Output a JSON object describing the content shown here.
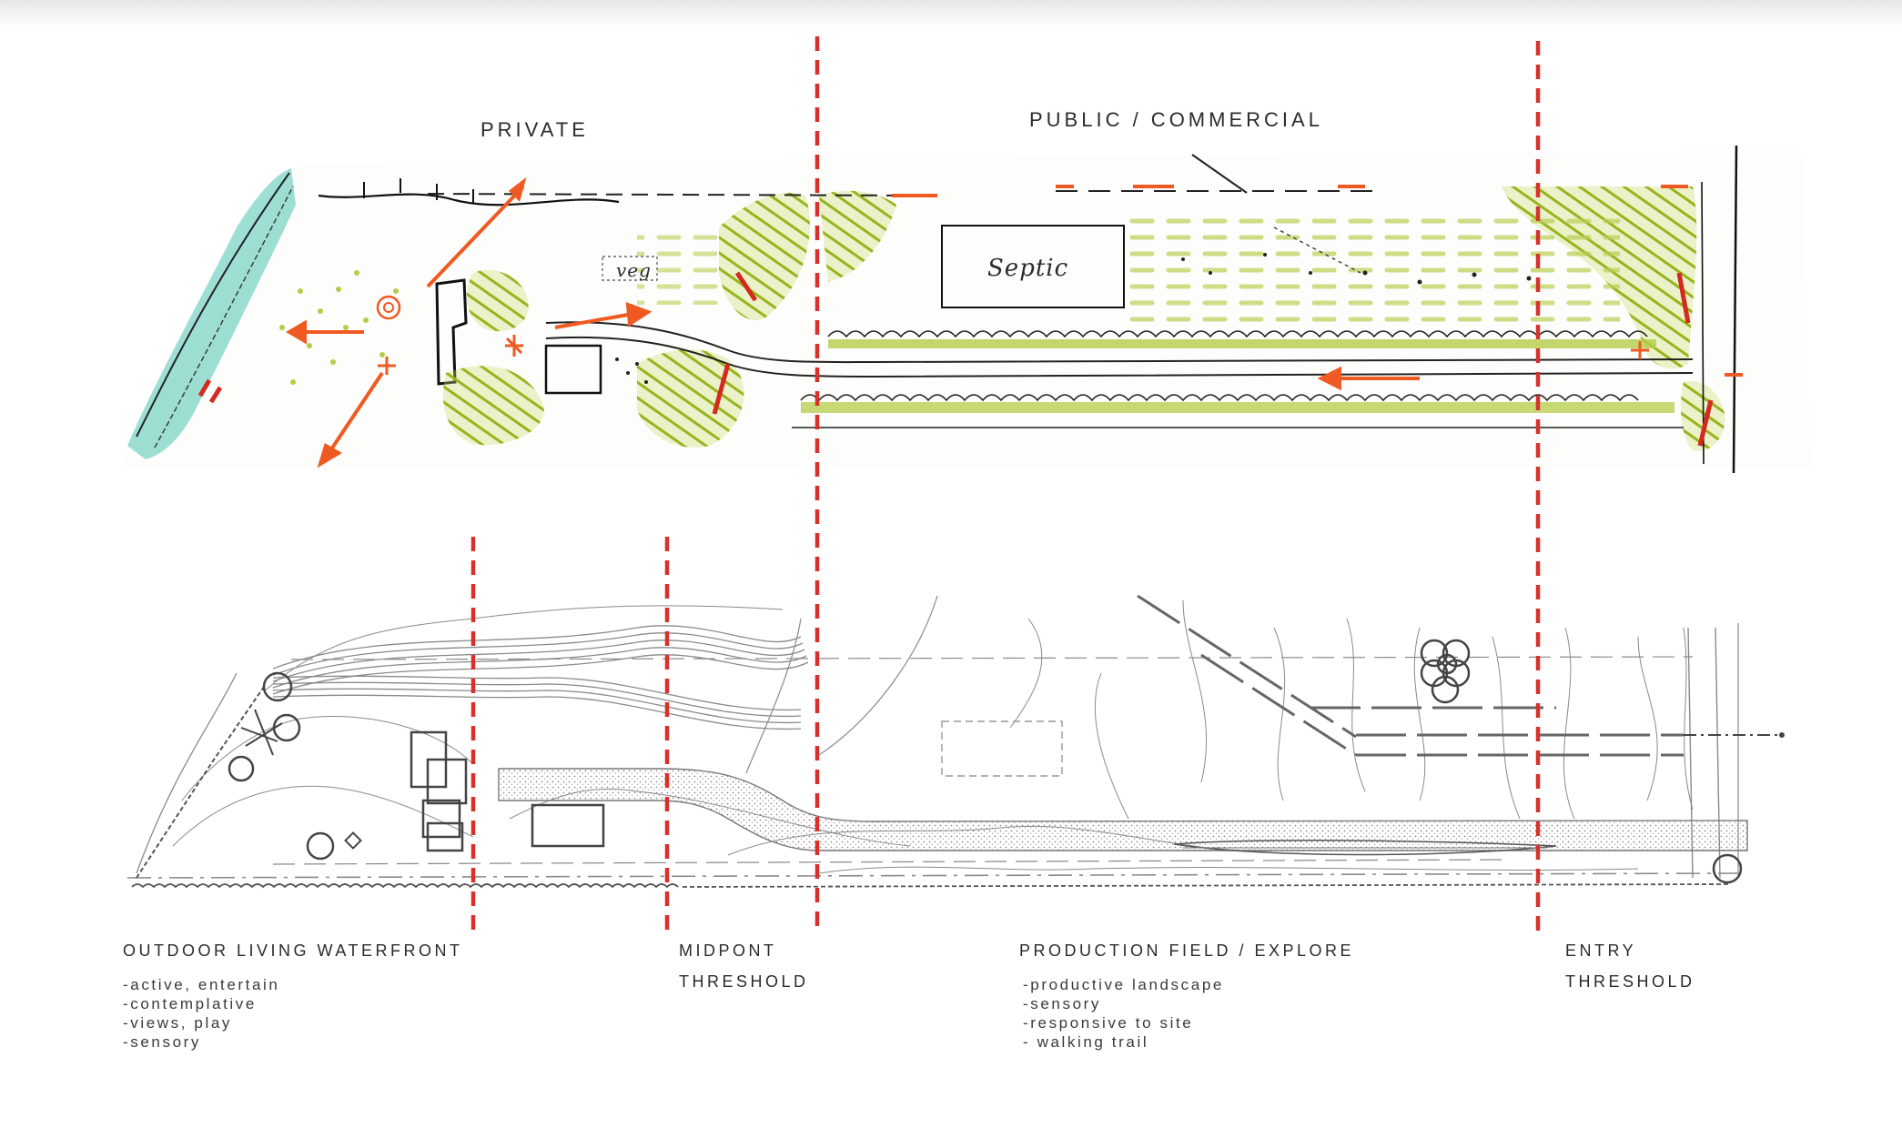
{
  "zones_top": {
    "private": "PRIVATE",
    "public": "PUBLIC / COMMERCIAL"
  },
  "sketch_notes": {
    "veg": "veg",
    "septic": "Septic"
  },
  "captions": {
    "outdoor": {
      "title": "OUTDOOR LIVING WATERFRONT",
      "items": [
        "-active, entertain",
        "-contemplative",
        "-views, play",
        "-sensory"
      ]
    },
    "midpoint": {
      "title": "MIDPONT",
      "subtitle": "THRESHOLD"
    },
    "production": {
      "title": "PRODUCTION FIELD / EXPLORE",
      "items": [
        "-productive landscape",
        "-sensory",
        "-responsive to site",
        "- walking trail"
      ]
    },
    "entry": {
      "title": "ENTRY",
      "subtitle": "THRESHOLD"
    }
  },
  "colors": {
    "threshold_line": "#d9302c",
    "sketch_green": "#9cb81e",
    "sketch_orange": "#ef5a23",
    "water_teal": "#4cc4b0",
    "plan_line": "#8a8a8a"
  }
}
